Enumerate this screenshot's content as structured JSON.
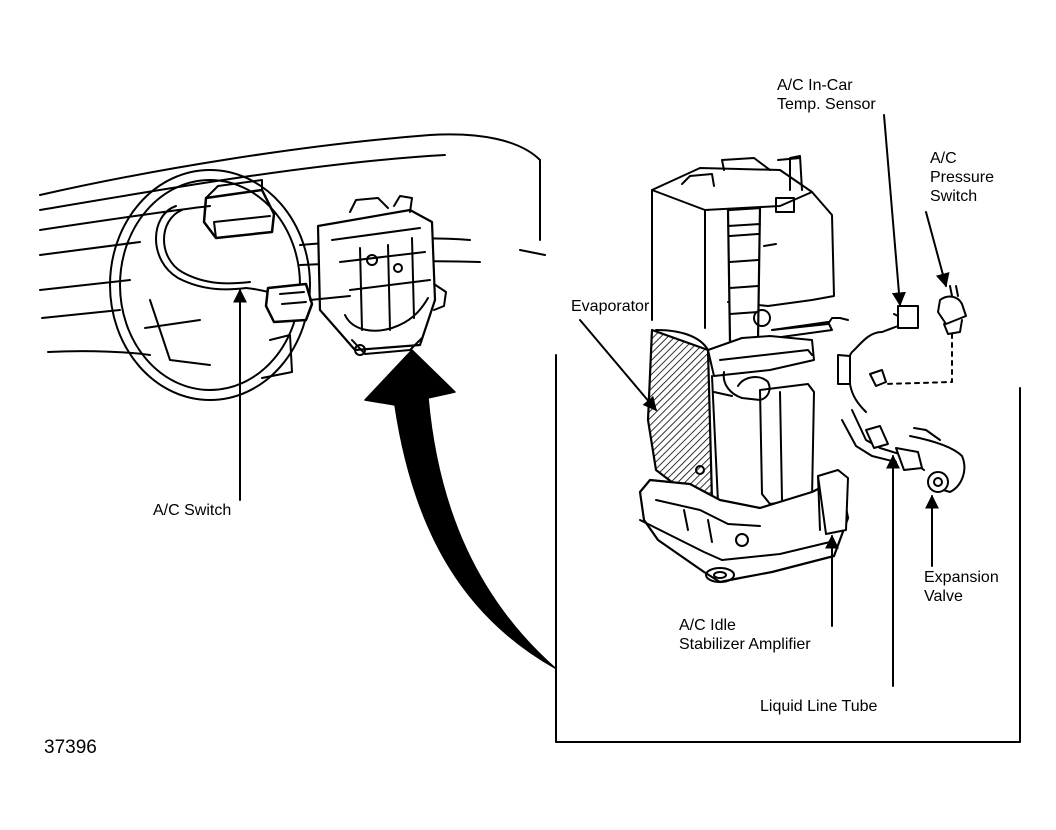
{
  "figure_number": "37396",
  "labels": {
    "ac_incar_temp_sensor": [
      "A/C In-Car",
      "Temp. Sensor"
    ],
    "ac_pressure_switch": [
      "A/C",
      "Pressure",
      "Switch"
    ],
    "evaporator": "Evaporator",
    "ac_switch": "A/C Switch",
    "expansion_valve": [
      "Expansion",
      "Valve"
    ],
    "ac_idle_stabilizer_amplifier": [
      "A/C Idle",
      "Stabilizer Amplifier"
    ],
    "liquid_line_tube": "Liquid Line Tube"
  }
}
